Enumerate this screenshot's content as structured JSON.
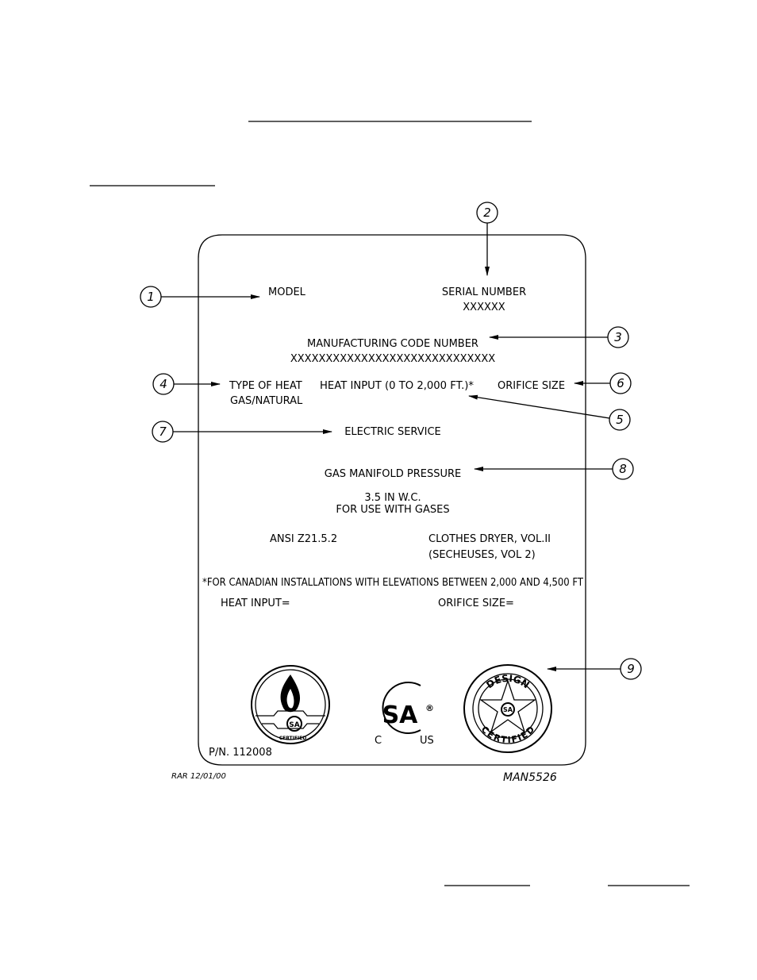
{
  "plate": {
    "model_label": "MODEL",
    "serial_label": "SERIAL NUMBER",
    "serial_value": "XXXXXX",
    "mfg_code_label": "MANUFACTURING CODE NUMBER",
    "mfg_code_value": "XXXXXXXXXXXXXXXXXXXXXXXXXXXXX",
    "heat_type_label": "TYPE OF HEAT",
    "heat_type_value": "GAS/NATURAL",
    "heat_input_label": "HEAT INPUT (0 TO 2,000 FT.)*",
    "orifice_label": "ORIFICE SIZE",
    "electric_label": "ELECTRIC SERVICE",
    "manifold_label": "GAS MANIFOLD PRESSURE",
    "manifold_value": "3.5 IN W.C.",
    "gases_label": "FOR USE WITH GASES",
    "standard": "ANSI Z21.5.2",
    "dryer_label": "CLOTHES DRYER, VOL.II",
    "dryer_fr": "(SECHEUSES, VOL 2)",
    "canadian_note": "*FOR CANADIAN INSTALLATIONS WITH ELEVATIONS BETWEEN 2,000 AND 4,500 FT",
    "heat_input_eq": "HEAT INPUT=",
    "orifice_eq": "ORIFICE SIZE=",
    "part_number": "P/N. 112008"
  },
  "callouts": [
    "1",
    "2",
    "3",
    "4",
    "5",
    "6",
    "7",
    "8",
    "9"
  ],
  "seals": {
    "flame_caption": "CERTIFIED",
    "flame_center": "SA",
    "csa_letters": "SA",
    "csa_registered": "®",
    "csa_left": "C",
    "csa_right": "US",
    "star_top": "DESIGN",
    "star_bottom": "CERTIFIED",
    "star_center": "SA"
  },
  "footer": {
    "left": "RAR 12/01/00",
    "right": "MAN5526"
  }
}
